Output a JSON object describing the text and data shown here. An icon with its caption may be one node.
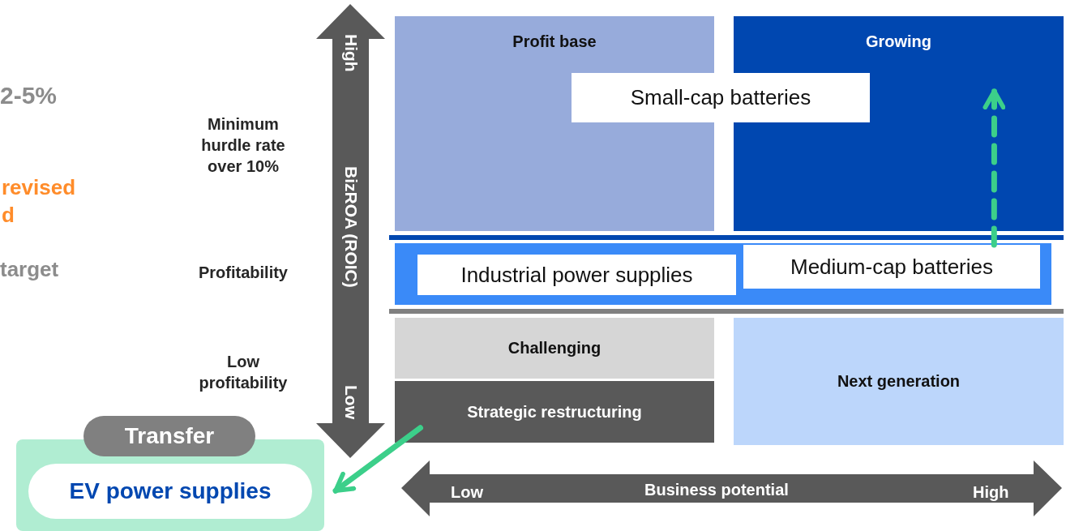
{
  "diagram": {
    "nodes": [
      {
        "text": [
          "Profit base"
        ]
      },
      {
        "text": [
          "Growing"
        ]
      },
      {
        "text": [
          "Small-cap batteries"
        ]
      },
      {
        "text": [],
        "shape": "bar"
      },
      {
        "text": [
          "Industrial power supplies"
        ],
        "in": 3
      },
      {
        "text": [
          "Medium-cap batteries"
        ],
        "in": 3
      },
      {
        "text": [
          "Challenging"
        ]
      },
      {
        "text": [
          "Strategic restructuring"
        ]
      },
      {
        "text": [
          "Next generation"
        ]
      },
      {
        "text": [
          "Transfer"
        ]
      },
      {
        "text": [
          "EV power supplies"
        ],
        "in": 9
      }
    ],
    "edges": [
      {
        "from": 5,
        "to": 1,
        "arrow": "to",
        "style": "dashed"
      },
      {
        "from": 7,
        "to": 9,
        "arrow": "to"
      }
    ],
    "labels": [
      "2-5%",
      "Minimum hurdle rate over 10%",
      "revised d",
      "target",
      "Profitability",
      "Low profitability",
      "High",
      "BizROA (ROIC)",
      "Low",
      "Low",
      "Business potential",
      "High"
    ]
  }
}
